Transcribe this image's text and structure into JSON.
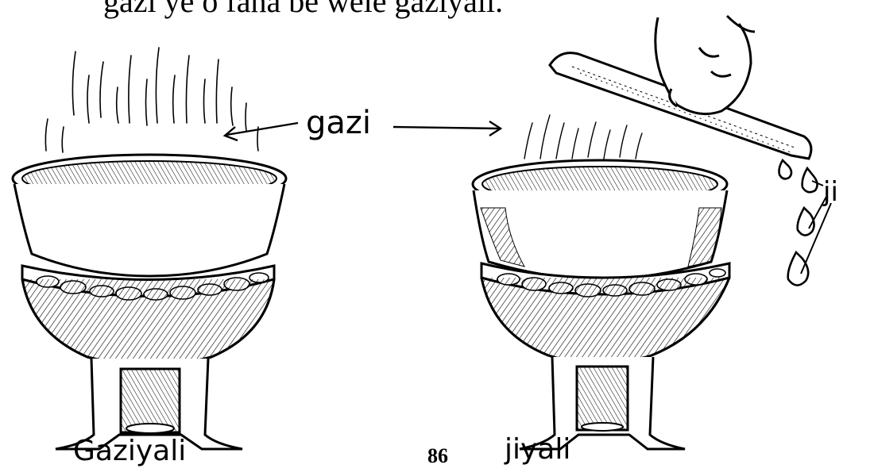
{
  "page": {
    "top_text": "gazi ye o fana be wele gaziyali.",
    "page_number": "86"
  },
  "labels": {
    "gazi": "gazi",
    "ji": "ji",
    "gaziyali": "Gaziyali",
    "jiyali": "jiyali"
  },
  "icons": {
    "left_figure": "cooking-pot-icon",
    "right_figure": "cooking-pot-icon",
    "lid": "pot-lid-icon",
    "hand": "hand-icon",
    "drops": "water-drop-icon"
  }
}
